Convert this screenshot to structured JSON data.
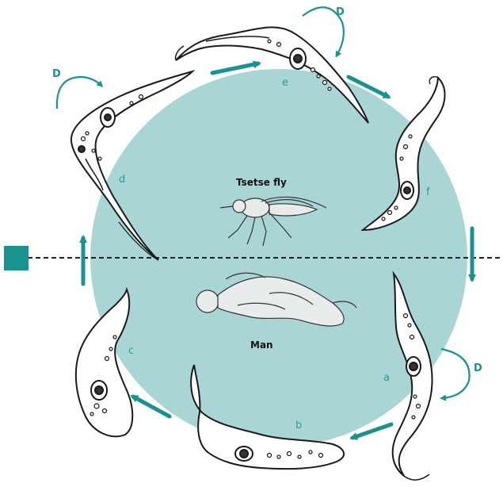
{
  "colors": {
    "circle": "#a9d6d5",
    "accent": "#1a9290",
    "outline": "#1a1a1a",
    "cell_fill": "#ffffff"
  },
  "hosts": {
    "upper": "Tsetse fly",
    "lower": "Man"
  },
  "stages": [
    "a",
    "b",
    "c",
    "d",
    "e",
    "f"
  ],
  "division_label": "D",
  "icons": {
    "fly": "tsetse-fly-illustration",
    "man": "curled-human-figure",
    "marker": "teal-square-marker"
  }
}
